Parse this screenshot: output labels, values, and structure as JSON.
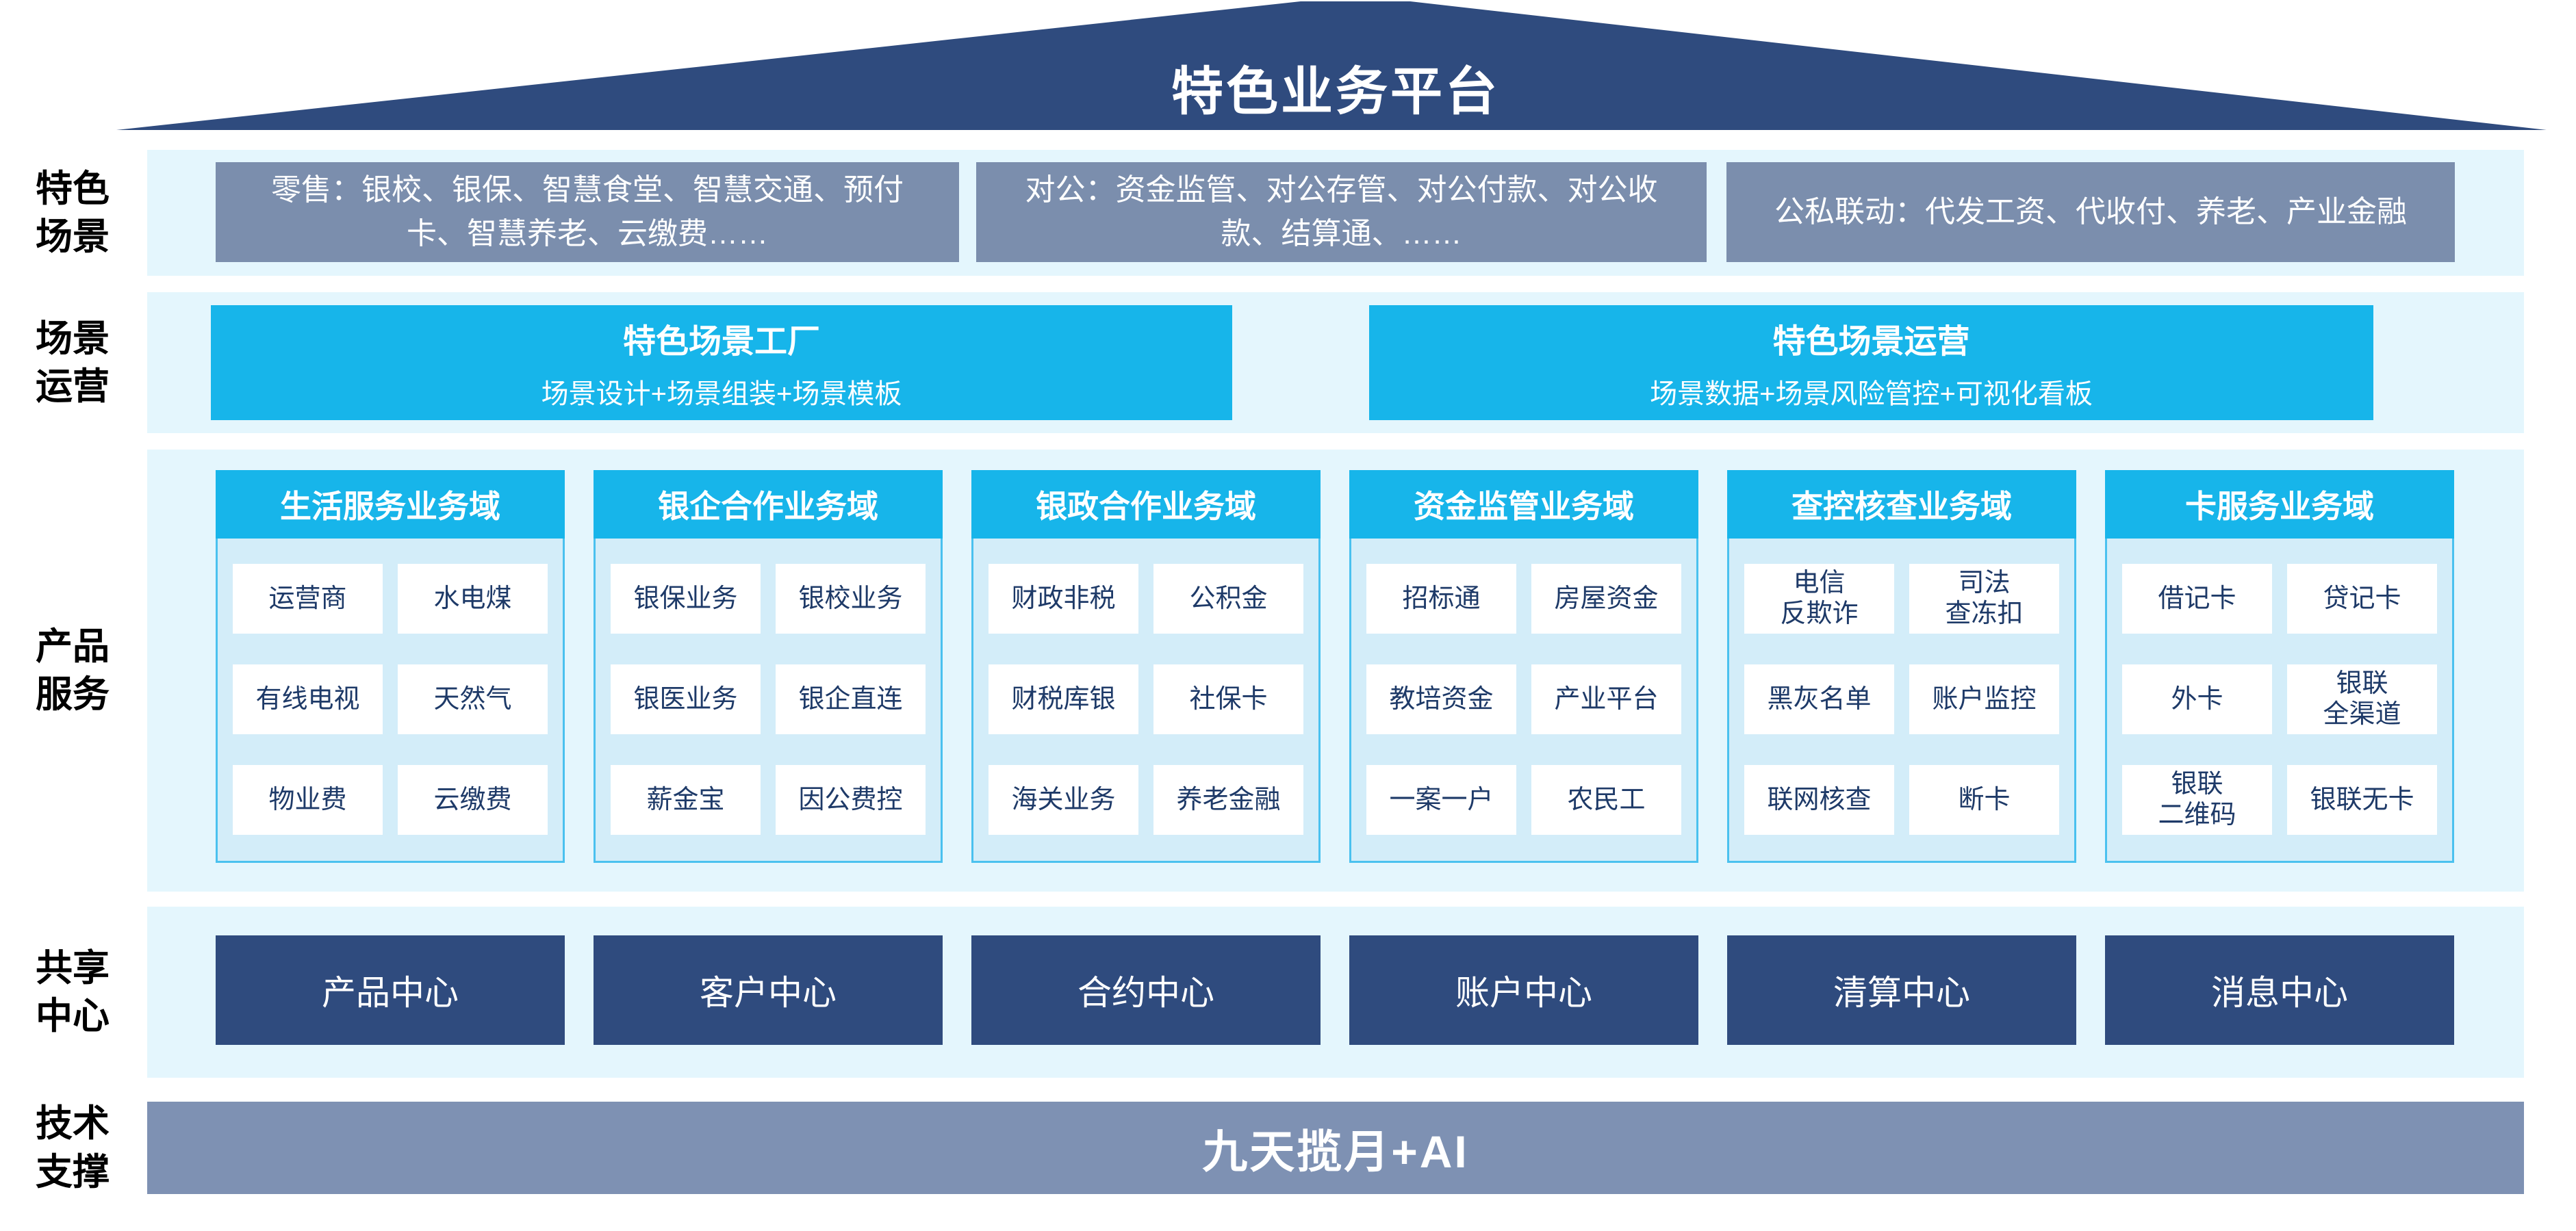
{
  "title": "特色业务平台",
  "colors": {
    "navy": "#2F4B7E",
    "slate": "#7B8EAD",
    "slate-bar": "#7E91B3",
    "cyan": "#17B5EA",
    "strip": "#E4F6FD",
    "colbody": "#D3EDF9",
    "colborder": "#4AC1EF",
    "cellbg": "#FFFFFF",
    "celltext": "#1E3A68"
  },
  "side_labels": {
    "scenes": "特色\n场景",
    "operations": "场景\n运营",
    "products": "产品\n服务",
    "shared": "共享\n中心",
    "tech": "技术\n支撑"
  },
  "scene_row": {
    "boxes": [
      "零售：银校、银保、智慧食堂、智慧交通、预付卡、智慧养老、云缴费……",
      "对公：资金监管、对公存管、对公付款、对公收款、结算通、……",
      "公私联动：代发工资、代收付、养老、产业金融"
    ]
  },
  "operation_row": {
    "boxes": [
      {
        "title": "特色场景工厂",
        "subtitle": "场景设计+场景组装+场景模板"
      },
      {
        "title": "特色场景运营",
        "subtitle": "场景数据+场景风险管控+可视化看板"
      }
    ]
  },
  "product_row": {
    "columns": [
      {
        "header": "生活服务业务域",
        "items": [
          "运营商",
          "水电煤",
          "有线电视",
          "天然气",
          "物业费",
          "云缴费"
        ]
      },
      {
        "header": "银企合作业务域",
        "items": [
          "银保业务",
          "银校业务",
          "银医业务",
          "银企直连",
          "薪金宝",
          "因公费控"
        ]
      },
      {
        "header": "银政合作业务域",
        "items": [
          "财政非税",
          "公积金",
          "财税库银",
          "社保卡",
          "海关业务",
          "养老金融"
        ]
      },
      {
        "header": "资金监管业务域",
        "items": [
          "招标通",
          "房屋资金",
          "教培资金",
          "产业平台",
          "一案一户",
          "农民工"
        ]
      },
      {
        "header": "查控核查业务域",
        "items": [
          "电信\n反欺诈",
          "司法\n查冻扣",
          "黑灰名单",
          "账户监控",
          "联网核查",
          "断卡"
        ]
      },
      {
        "header": "卡服务业务域",
        "items": [
          "借记卡",
          "贷记卡",
          "外卡",
          "银联\n全渠道",
          "银联\n二维码",
          "银联无卡"
        ]
      }
    ]
  },
  "shared_row": {
    "centers": [
      "产品中心",
      "客户中心",
      "合约中心",
      "账户中心",
      "清算中心",
      "消息中心"
    ]
  },
  "tech_row": {
    "bar": "九天揽月+AI"
  }
}
